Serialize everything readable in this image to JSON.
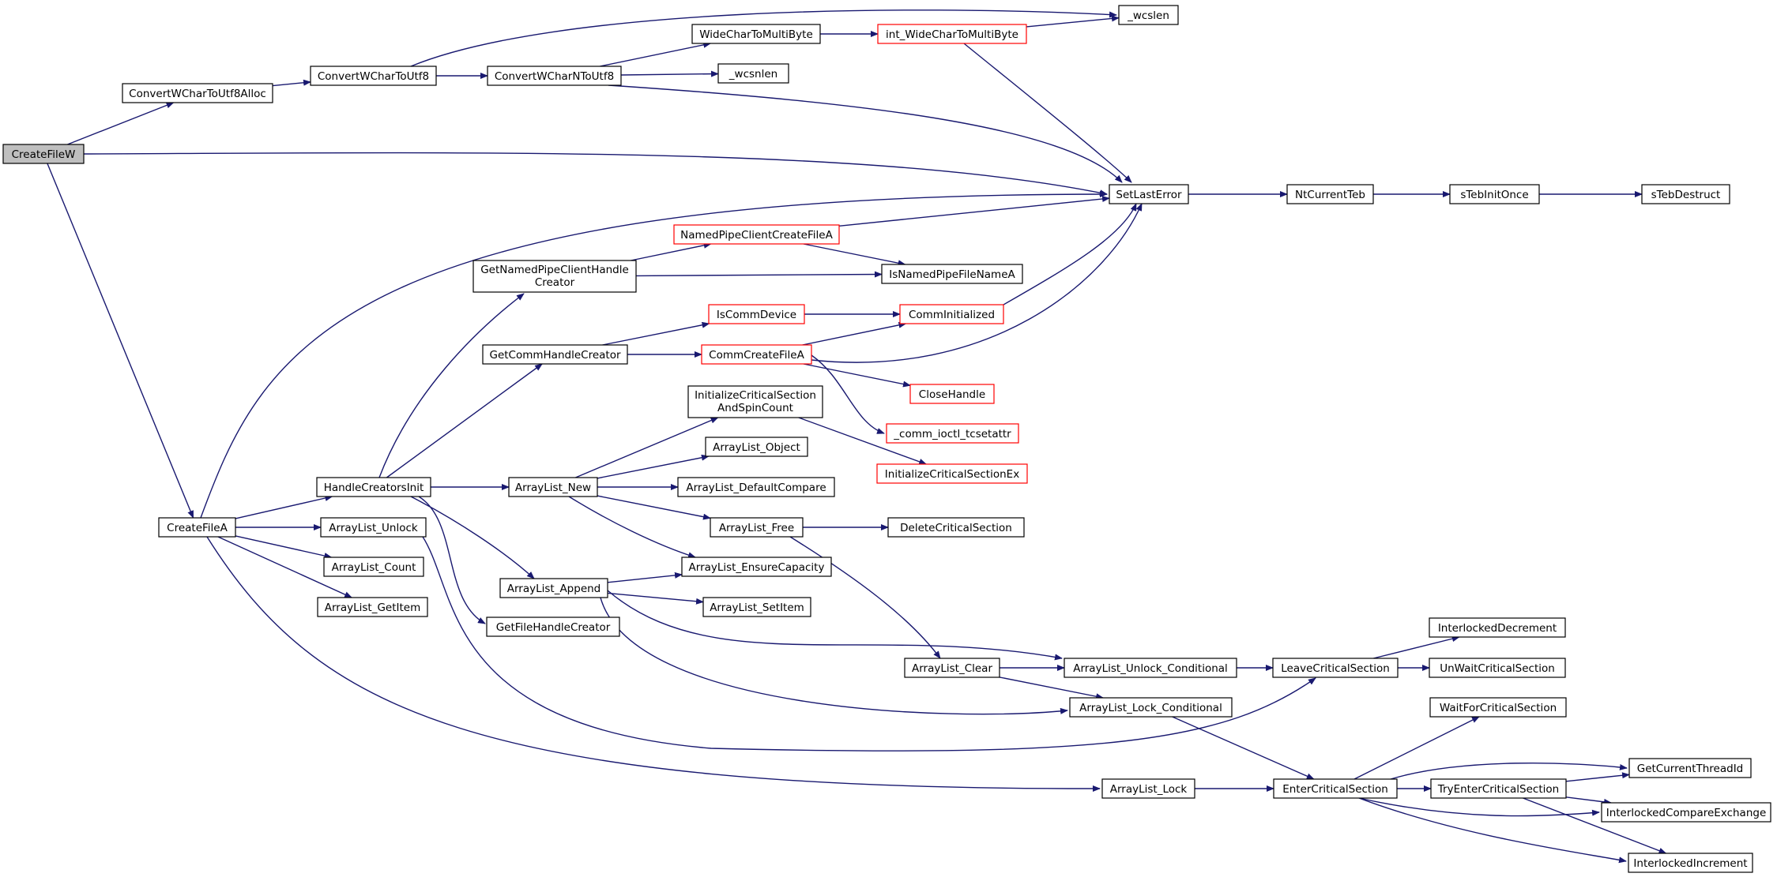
{
  "colors": {
    "edge": "#191970",
    "box_border": "#000000",
    "box_border_incomplete": "#ff0000",
    "box_fill": "#ffffff",
    "root_fill": "#bfbfbf"
  },
  "nodes": [
    {
      "id": "CreateFileW",
      "label": "CreateFileW",
      "root": true
    },
    {
      "id": "ConvertWCharToUtf8Alloc",
      "label": "ConvertWCharToUtf8Alloc"
    },
    {
      "id": "ConvertWCharToUtf8",
      "label": "ConvertWCharToUtf8"
    },
    {
      "id": "ConvertWCharNToUtf8",
      "label": "ConvertWCharNToUtf8"
    },
    {
      "id": "WideCharToMultiByte",
      "label": "WideCharToMultiByte"
    },
    {
      "id": "int_WideCharToMultiByte",
      "label": "int_WideCharToMultiByte",
      "incomplete": true
    },
    {
      "id": "_wcslen",
      "label": "_wcslen"
    },
    {
      "id": "_wcsnlen",
      "label": "_wcsnlen"
    },
    {
      "id": "SetLastError",
      "label": "SetLastError"
    },
    {
      "id": "NtCurrentTeb",
      "label": "NtCurrentTeb"
    },
    {
      "id": "sTebInitOnce",
      "label": "sTebInitOnce"
    },
    {
      "id": "sTebDestruct",
      "label": "sTebDestruct"
    },
    {
      "id": "NamedPipeClientCreateFileA",
      "label": "NamedPipeClientCreateFileA",
      "incomplete": true
    },
    {
      "id": "GetNamedPipeClientHandleCreator",
      "lines": [
        "GetNamedPipeClientHandle",
        "Creator"
      ]
    },
    {
      "id": "IsNamedPipeFileNameA",
      "label": "IsNamedPipeFileNameA"
    },
    {
      "id": "IsCommDevice",
      "label": "IsCommDevice",
      "incomplete": true
    },
    {
      "id": "CommInitialized",
      "label": "CommInitialized",
      "incomplete": true
    },
    {
      "id": "GetCommHandleCreator",
      "label": "GetCommHandleCreator"
    },
    {
      "id": "CommCreateFileA",
      "label": "CommCreateFileA",
      "incomplete": true
    },
    {
      "id": "CloseHandle",
      "label": "CloseHandle",
      "incomplete": true
    },
    {
      "id": "InitializeCriticalSectionAndSpinCount",
      "lines": [
        "InitializeCriticalSection",
        "AndSpinCount"
      ]
    },
    {
      "id": "_comm_ioctl_tcsetattr",
      "label": "_comm_ioctl_tcsetattr",
      "incomplete": true
    },
    {
      "id": "InitializeCriticalSectionEx",
      "label": "InitializeCriticalSectionEx",
      "incomplete": true
    },
    {
      "id": "ArrayList_Object",
      "label": "ArrayList_Object"
    },
    {
      "id": "HandleCreatorsInit",
      "label": "HandleCreatorsInit"
    },
    {
      "id": "ArrayList_New",
      "label": "ArrayList_New"
    },
    {
      "id": "ArrayList_DefaultCompare",
      "label": "ArrayList_DefaultCompare"
    },
    {
      "id": "CreateFileA",
      "label": "CreateFileA"
    },
    {
      "id": "ArrayList_Unlock",
      "label": "ArrayList_Unlock"
    },
    {
      "id": "ArrayList_Free",
      "label": "ArrayList_Free"
    },
    {
      "id": "DeleteCriticalSection",
      "label": "DeleteCriticalSection"
    },
    {
      "id": "ArrayList_Count",
      "label": "ArrayList_Count"
    },
    {
      "id": "ArrayList_EnsureCapacity",
      "label": "ArrayList_EnsureCapacity"
    },
    {
      "id": "ArrayList_Append",
      "label": "ArrayList_Append"
    },
    {
      "id": "ArrayList_GetItem",
      "label": "ArrayList_GetItem"
    },
    {
      "id": "ArrayList_SetItem",
      "label": "ArrayList_SetItem"
    },
    {
      "id": "GetFileHandleCreator",
      "label": "GetFileHandleCreator"
    },
    {
      "id": "InterlockedDecrement",
      "label": "InterlockedDecrement"
    },
    {
      "id": "ArrayList_Clear",
      "label": "ArrayList_Clear"
    },
    {
      "id": "ArrayList_Unlock_Conditional",
      "label": "ArrayList_Unlock_Conditional"
    },
    {
      "id": "LeaveCriticalSection",
      "label": "LeaveCriticalSection"
    },
    {
      "id": "UnWaitCriticalSection",
      "label": "UnWaitCriticalSection"
    },
    {
      "id": "ArrayList_Lock_Conditional",
      "label": "ArrayList_Lock_Conditional"
    },
    {
      "id": "WaitForCriticalSection",
      "label": "WaitForCriticalSection"
    },
    {
      "id": "GetCurrentThreadId",
      "label": "GetCurrentThreadId"
    },
    {
      "id": "ArrayList_Lock",
      "label": "ArrayList_Lock"
    },
    {
      "id": "EnterCriticalSection",
      "label": "EnterCriticalSection"
    },
    {
      "id": "TryEnterCriticalSection",
      "label": "TryEnterCriticalSection"
    },
    {
      "id": "InterlockedCompareExchange",
      "label": "InterlockedCompareExchange"
    },
    {
      "id": "InterlockedIncrement",
      "label": "InterlockedIncrement"
    }
  ],
  "edges": [
    {
      "from": "CreateFileW",
      "to": "ConvertWCharToUtf8Alloc"
    },
    {
      "from": "CreateFileW",
      "to": "SetLastError"
    },
    {
      "from": "CreateFileW",
      "to": "CreateFileA"
    },
    {
      "from": "ConvertWCharToUtf8Alloc",
      "to": "ConvertWCharToUtf8"
    },
    {
      "from": "ConvertWCharToUtf8",
      "to": "ConvertWCharNToUtf8"
    },
    {
      "from": "ConvertWCharToUtf8",
      "to": "_wcslen"
    },
    {
      "from": "ConvertWCharNToUtf8",
      "to": "WideCharToMultiByte"
    },
    {
      "from": "ConvertWCharNToUtf8",
      "to": "_wcsnlen"
    },
    {
      "from": "ConvertWCharNToUtf8",
      "to": "SetLastError"
    },
    {
      "from": "WideCharToMultiByte",
      "to": "int_WideCharToMultiByte"
    },
    {
      "from": "int_WideCharToMultiByte",
      "to": "_wcslen"
    },
    {
      "from": "int_WideCharToMultiByte",
      "to": "SetLastError"
    },
    {
      "from": "SetLastError",
      "to": "NtCurrentTeb"
    },
    {
      "from": "NtCurrentTeb",
      "to": "sTebInitOnce"
    },
    {
      "from": "sTebInitOnce",
      "to": "sTebDestruct"
    },
    {
      "from": "CreateFileA",
      "to": "SetLastError"
    },
    {
      "from": "CreateFileA",
      "to": "HandleCreatorsInit"
    },
    {
      "from": "CreateFileA",
      "to": "ArrayList_Unlock"
    },
    {
      "from": "CreateFileA",
      "to": "ArrayList_Count"
    },
    {
      "from": "CreateFileA",
      "to": "ArrayList_GetItem"
    },
    {
      "from": "CreateFileA",
      "to": "ArrayList_Lock"
    },
    {
      "from": "HandleCreatorsInit",
      "to": "GetNamedPipeClientHandleCreator"
    },
    {
      "from": "HandleCreatorsInit",
      "to": "GetCommHandleCreator"
    },
    {
      "from": "HandleCreatorsInit",
      "to": "ArrayList_New"
    },
    {
      "from": "HandleCreatorsInit",
      "to": "ArrayList_Append"
    },
    {
      "from": "HandleCreatorsInit",
      "to": "GetFileHandleCreator"
    },
    {
      "from": "GetNamedPipeClientHandleCreator",
      "to": "NamedPipeClientCreateFileA"
    },
    {
      "from": "GetNamedPipeClientHandleCreator",
      "to": "IsNamedPipeFileNameA"
    },
    {
      "from": "NamedPipeClientCreateFileA",
      "to": "SetLastError"
    },
    {
      "from": "NamedPipeClientCreateFileA",
      "to": "IsNamedPipeFileNameA"
    },
    {
      "from": "GetCommHandleCreator",
      "to": "IsCommDevice"
    },
    {
      "from": "GetCommHandleCreator",
      "to": "CommCreateFileA"
    },
    {
      "from": "IsCommDevice",
      "to": "CommInitialized"
    },
    {
      "from": "CommCreateFileA",
      "to": "CommInitialized"
    },
    {
      "from": "CommCreateFileA",
      "to": "SetLastError"
    },
    {
      "from": "CommCreateFileA",
      "to": "CloseHandle"
    },
    {
      "from": "CommCreateFileA",
      "to": "_comm_ioctl_tcsetattr"
    },
    {
      "from": "CommInitialized",
      "to": "SetLastError"
    },
    {
      "from": "ArrayList_New",
      "to": "InitializeCriticalSectionAndSpinCount"
    },
    {
      "from": "ArrayList_New",
      "to": "ArrayList_Object"
    },
    {
      "from": "ArrayList_New",
      "to": "ArrayList_DefaultCompare"
    },
    {
      "from": "ArrayList_New",
      "to": "ArrayList_Free"
    },
    {
      "from": "ArrayList_New",
      "to": "ArrayList_EnsureCapacity"
    },
    {
      "from": "InitializeCriticalSectionAndSpinCount",
      "to": "InitializeCriticalSectionEx"
    },
    {
      "from": "ArrayList_Free",
      "to": "DeleteCriticalSection"
    },
    {
      "from": "ArrayList_Free",
      "to": "ArrayList_Clear"
    },
    {
      "from": "ArrayList_Append",
      "to": "ArrayList_EnsureCapacity"
    },
    {
      "from": "ArrayList_Append",
      "to": "ArrayList_SetItem"
    },
    {
      "from": "ArrayList_Append",
      "to": "ArrayList_Unlock_Conditional"
    },
    {
      "from": "ArrayList_Append",
      "to": "ArrayList_Lock_Conditional"
    },
    {
      "from": "ArrayList_Unlock",
      "to": "LeaveCriticalSection"
    },
    {
      "from": "ArrayList_Clear",
      "to": "ArrayList_Unlock_Conditional"
    },
    {
      "from": "ArrayList_Clear",
      "to": "ArrayList_Lock_Conditional"
    },
    {
      "from": "ArrayList_Unlock_Conditional",
      "to": "LeaveCriticalSection"
    },
    {
      "from": "ArrayList_Lock_Conditional",
      "to": "EnterCriticalSection"
    },
    {
      "from": "LeaveCriticalSection",
      "to": "InterlockedDecrement"
    },
    {
      "from": "LeaveCriticalSection",
      "to": "UnWaitCriticalSection"
    },
    {
      "from": "ArrayList_Lock",
      "to": "EnterCriticalSection"
    },
    {
      "from": "EnterCriticalSection",
      "to": "WaitForCriticalSection"
    },
    {
      "from": "EnterCriticalSection",
      "to": "GetCurrentThreadId"
    },
    {
      "from": "EnterCriticalSection",
      "to": "TryEnterCriticalSection"
    },
    {
      "from": "EnterCriticalSection",
      "to": "InterlockedCompareExchange"
    },
    {
      "from": "EnterCriticalSection",
      "to": "InterlockedIncrement"
    },
    {
      "from": "TryEnterCriticalSection",
      "to": "GetCurrentThreadId"
    },
    {
      "from": "TryEnterCriticalSection",
      "to": "InterlockedCompareExchange"
    },
    {
      "from": "TryEnterCriticalSection",
      "to": "InterlockedIncrement"
    }
  ]
}
